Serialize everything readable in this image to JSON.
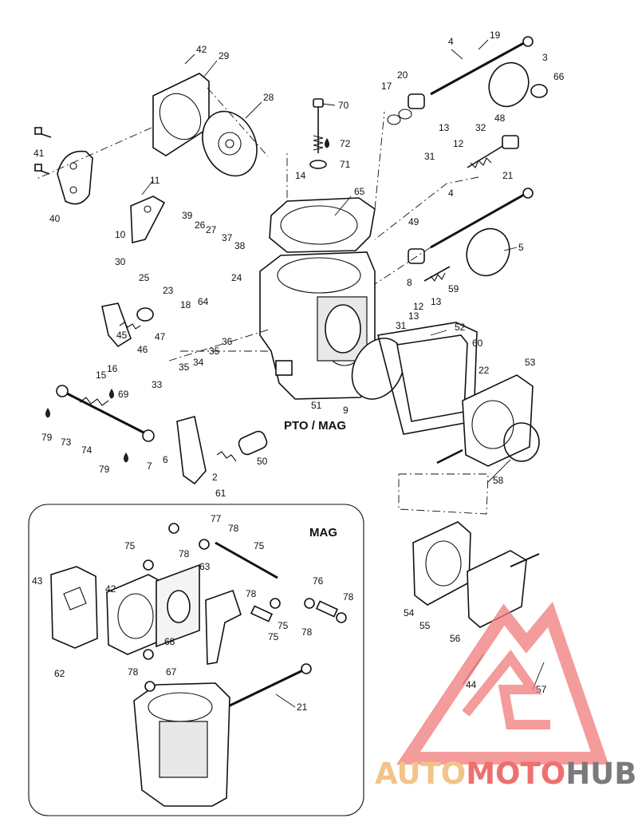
{
  "section_labels": {
    "pto_mag": "PTO / MAG",
    "mag": "MAG"
  },
  "watermark": {
    "word_a": "AUTO",
    "word_b": "MOTO",
    "word_c": "HUB",
    "color_a": "#f2c48a",
    "color_b": "#ef6f6f",
    "color_c": "#7a7a7a",
    "logo_color": "#f07a7a"
  },
  "callouts": [
    "42",
    "29",
    "28",
    "4",
    "19",
    "3",
    "66",
    "17",
    "20",
    "70",
    "72",
    "71",
    "14",
    "65",
    "41",
    "40",
    "11",
    "10",
    "30",
    "39",
    "26",
    "27",
    "37",
    "38",
    "25",
    "23",
    "24",
    "32",
    "48",
    "31",
    "12",
    "13",
    "21",
    "4",
    "49",
    "5",
    "8",
    "59",
    "13",
    "12",
    "13",
    "31",
    "18",
    "64",
    "47",
    "46",
    "45",
    "16",
    "15",
    "36",
    "35",
    "34",
    "35",
    "33",
    "69",
    "79",
    "73",
    "74",
    "79",
    "7",
    "6",
    "61",
    "2",
    "50",
    "51",
    "9",
    "52",
    "60",
    "22",
    "53",
    "58",
    "77",
    "78",
    "75",
    "78",
    "75",
    "63",
    "43",
    "42",
    "62",
    "68",
    "78",
    "67",
    "76",
    "78",
    "75",
    "78",
    "75",
    "78",
    "21",
    "54",
    "55",
    "56",
    "44",
    "57"
  ]
}
